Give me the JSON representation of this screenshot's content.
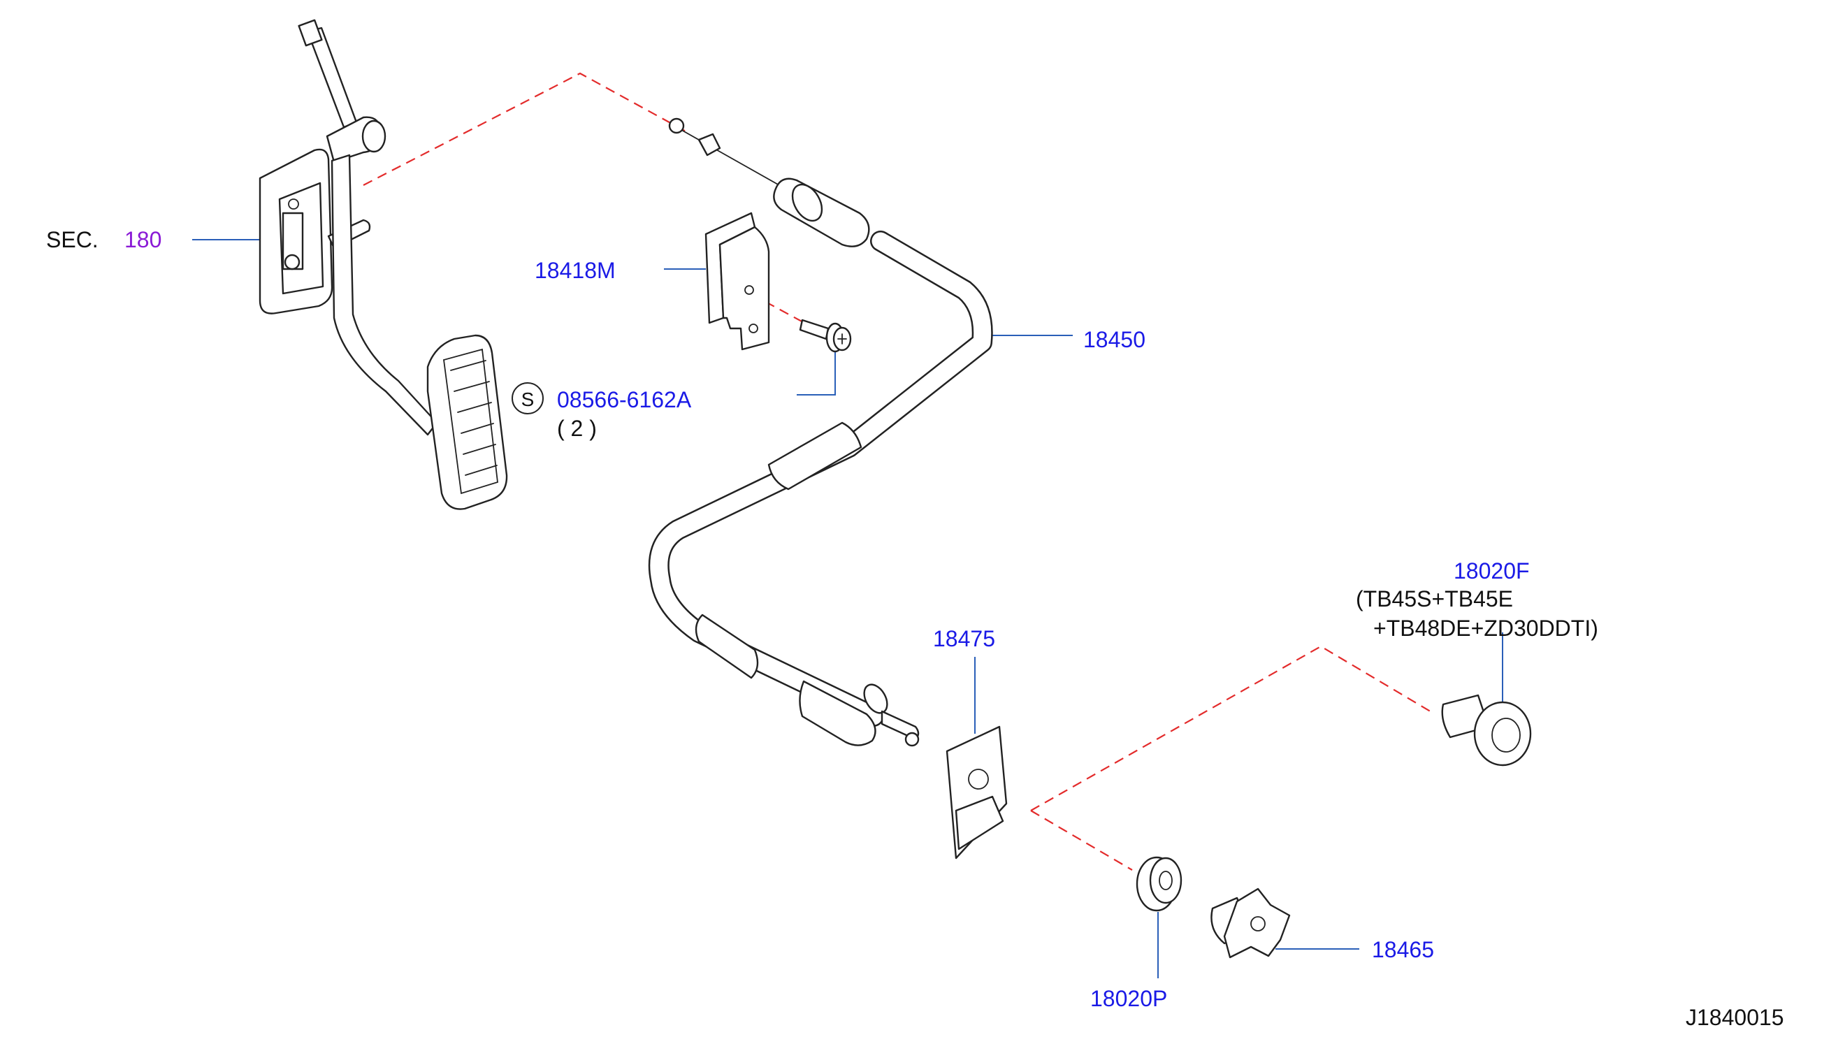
{
  "diagram_code": "J1840015",
  "section_ref": {
    "prefix": "SEC.",
    "number": "180"
  },
  "parts": {
    "cable": "18450",
    "bracket": "18418M",
    "bolt": {
      "number": "08566-6162A",
      "symbol": "S",
      "qty": "( 2 )"
    },
    "clip_bracket": "18475",
    "clip_18020f": {
      "number": "18020F",
      "applicability_line1": "(TB45S+TB45E",
      "applicability_line2": "+TB48DE+ZD30DDTI)"
    },
    "grommet": "18020P",
    "stopper": "18465"
  },
  "colors": {
    "part_number": "#1a1ae6",
    "section_number": "#8a1ad6",
    "leader": "#2a5fb8",
    "dashed_guide": "#e32b2b"
  }
}
